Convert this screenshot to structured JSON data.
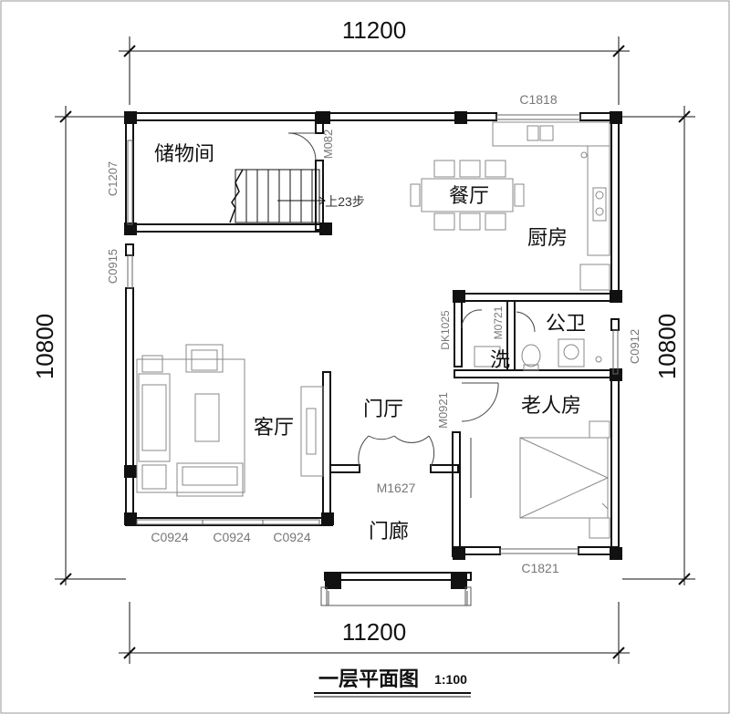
{
  "dimensions": {
    "top": "11200",
    "bottom": "11200",
    "left": "10800",
    "right": "10800"
  },
  "rooms": {
    "storage": "储物间",
    "dining": "餐厅",
    "kitchen": "厨房",
    "bathroom": "公卫",
    "wash": "洗",
    "living": "客厅",
    "foyer": "门厅",
    "elder_room": "老人房",
    "porch": "门廊"
  },
  "openings": {
    "c1818": "C1818",
    "c1207": "C1207",
    "m082": "M082",
    "c0915": "C0915",
    "dk1025": "DK1025",
    "m0721": "M0721",
    "c0912": "C0912",
    "m0921": "M0921",
    "m1627": "M1627",
    "c0924_1": "C0924",
    "c0924_2": "C0924",
    "c0924_3": "C0924",
    "c1821": "C1821"
  },
  "stair_note": "上23步",
  "title": "一层平面图",
  "scale": "1:100"
}
